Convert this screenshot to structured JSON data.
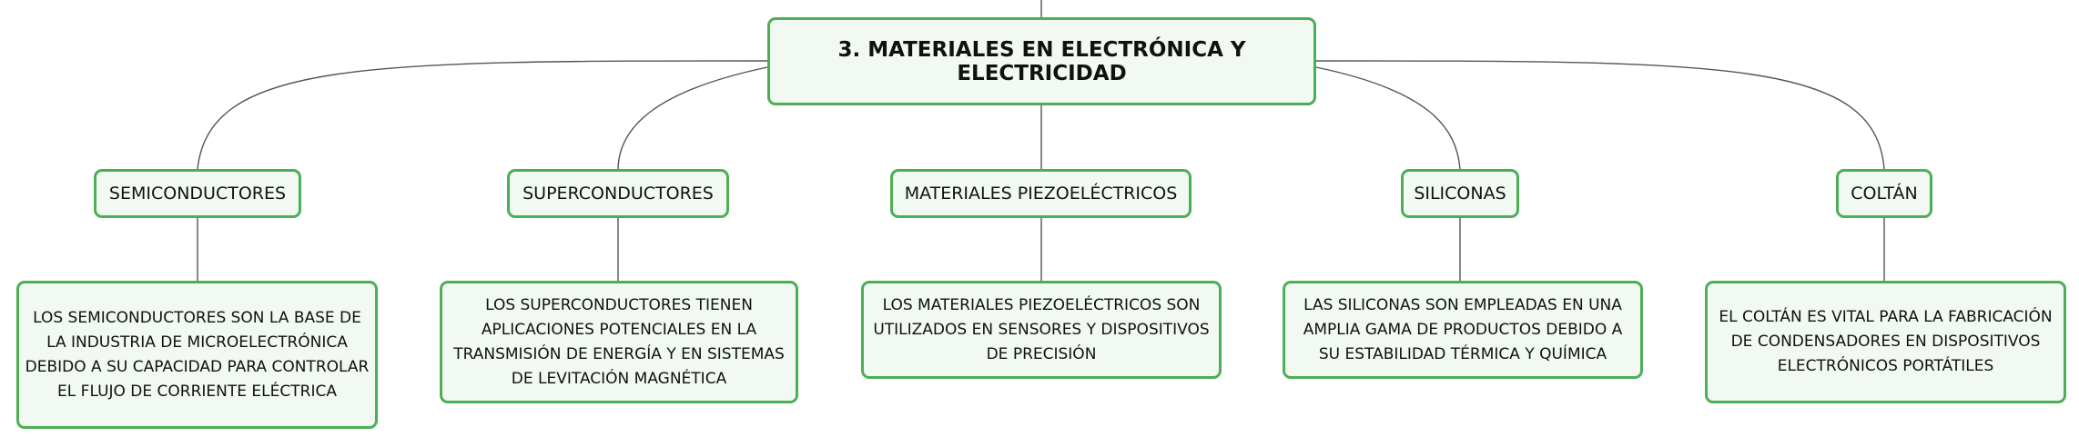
{
  "root": {
    "label": "3. MATERIALES EN ELECTRÓNICA Y ELECTRICIDAD"
  },
  "categories": [
    {
      "label": "SEMICONDUCTORES",
      "description": "LOS SEMICONDUCTORES SON LA BASE DE LA INDUSTRIA DE MICROELECTRÓNICA DEBIDO A SU CAPACIDAD PARA CONTROLAR EL FLUJO DE CORRIENTE ELÉCTRICA"
    },
    {
      "label": "SUPERCONDUCTORES",
      "description": "LOS SUPERCONDUCTORES TIENEN APLICACIONES POTENCIALES EN LA TRANSMISIÓN DE ENERGÍA Y EN SISTEMAS DE LEVITACIÓN MAGNÉTICA"
    },
    {
      "label": "MATERIALES PIEZOELÉCTRICOS",
      "description": "LOS MATERIALES PIEZOELÉCTRICOS SON UTILIZADOS EN SENSORES Y DISPOSITIVOS DE PRECISIÓN"
    },
    {
      "label": "SILICONAS",
      "description": "LAS SILICONAS SON EMPLEADAS EN UNA AMPLIA GAMA DE PRODUCTOS DEBIDO A SU ESTABILIDAD TÉRMICA Y QUÍMICA"
    },
    {
      "label": "COLTÁN",
      "description": "EL COLTÁN ES VITAL PARA LA FABRICACIÓN DE CONDENSADORES EN DISPOSITIVOS ELECTRÓNICOS PORTÁTILES"
    }
  ],
  "colors": {
    "node_border": "#4cae55",
    "node_fill": "#f1f9f2",
    "connector": "#555555"
  }
}
